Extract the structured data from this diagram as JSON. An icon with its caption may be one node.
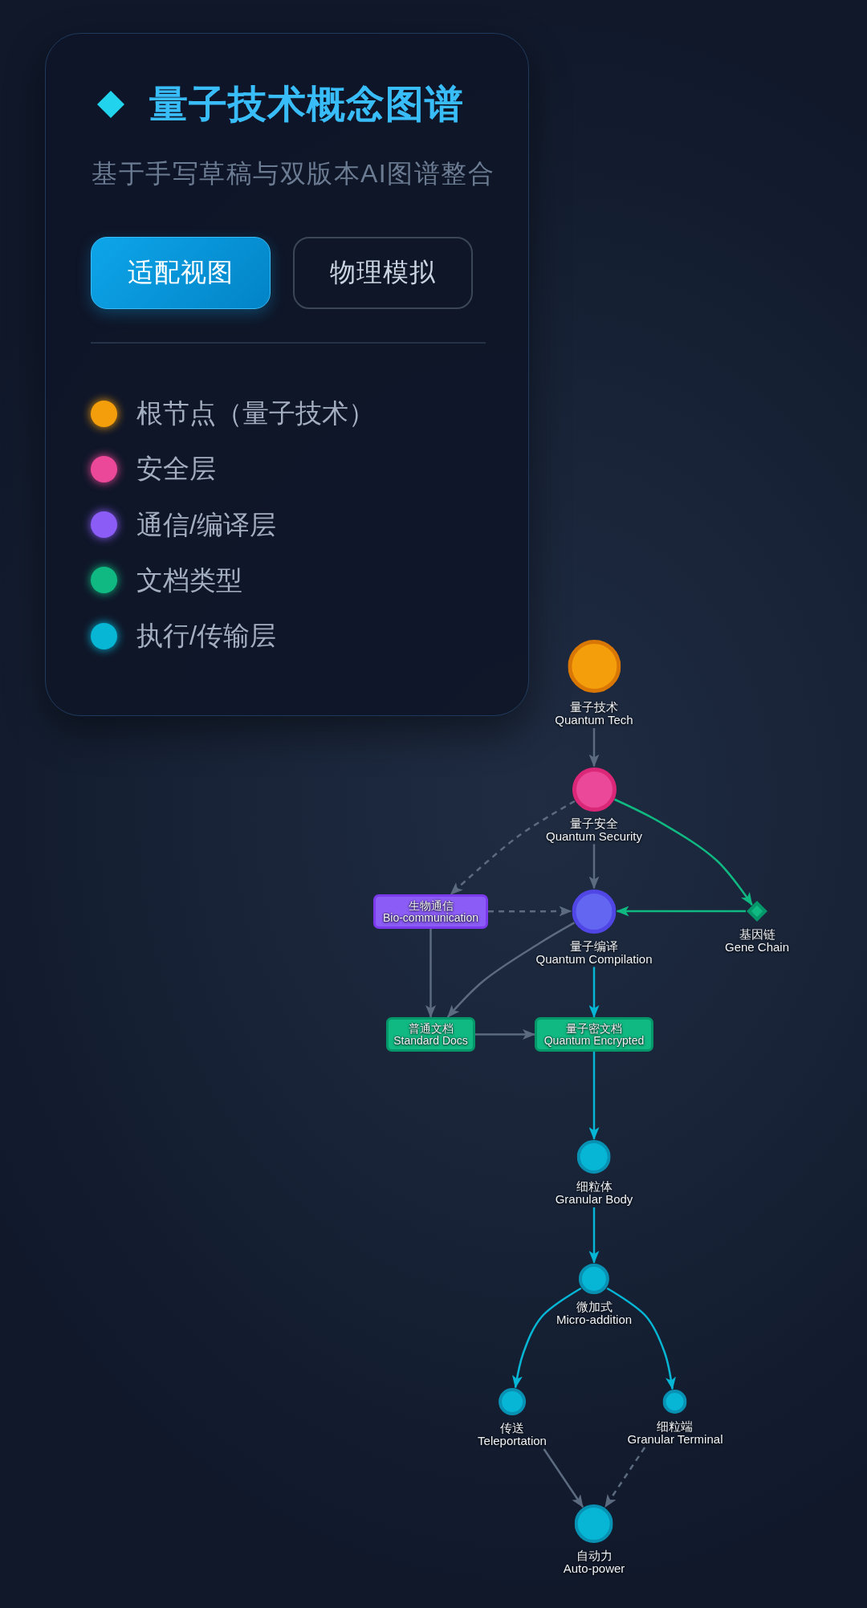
{
  "diagram": {
    "title": "量子技术概念图谱",
    "nodes": [
      {
        "text": [
          "量子技术",
          "Quantum Tech"
        ]
      },
      {
        "text": [
          "量子安全",
          "Quantum Security"
        ]
      },
      {
        "text": [
          "生物通信",
          "Bio-communication"
        ]
      },
      {
        "text": [
          "量子编译",
          "Quantum Compilation"
        ]
      },
      {
        "text": [
          "基因链",
          "Gene Chain"
        ]
      },
      {
        "text": [
          "普通文档",
          "Standard Docs"
        ]
      },
      {
        "text": [
          "量子密文档",
          "Quantum Encrypted"
        ]
      },
      {
        "text": [
          "细粒体",
          "Granular Body"
        ]
      },
      {
        "text": [
          "微加式",
          "Micro-addition"
        ]
      },
      {
        "text": [
          "传送",
          "Teleportation"
        ]
      },
      {
        "text": [
          "细粒端",
          "Granular Terminal"
        ]
      },
      {
        "text": [
          "自动力",
          "Auto-power"
        ]
      }
    ],
    "edges": [
      {
        "from": 0,
        "to": 1,
        "arrow": "to"
      },
      {
        "from": 1,
        "to": 2,
        "arrow": "to",
        "style": "dashed"
      },
      {
        "from": 1,
        "to": 3,
        "arrow": "to"
      },
      {
        "from": 1,
        "to": 4,
        "arrow": "to",
        "color": "#10b981"
      },
      {
        "from": 2,
        "to": 3,
        "arrow": "to",
        "style": "dashed"
      },
      {
        "from": 4,
        "to": 3,
        "arrow": "to",
        "color": "#10b981"
      },
      {
        "from": 2,
        "to": 5,
        "arrow": "to"
      },
      {
        "from": 3,
        "to": 5,
        "arrow": "to"
      },
      {
        "from": 3,
        "to": 6,
        "arrow": "to",
        "color": "#06b6d4"
      },
      {
        "from": 6,
        "to": 7,
        "arrow": "to",
        "color": "#06b6d4"
      },
      {
        "from": 5,
        "to": 6,
        "arrow": "to"
      },
      {
        "from": 7,
        "to": 8,
        "arrow": "to",
        "color": "#06b6d4"
      },
      {
        "from": 8,
        "to": 9,
        "arrow": "to",
        "color": "#06b6d4"
      },
      {
        "from": 8,
        "to": 10,
        "arrow": "to",
        "color": "#06b6d4"
      },
      {
        "from": 9,
        "to": 11,
        "arrow": "to"
      },
      {
        "from": 10,
        "to": 11,
        "arrow": "to",
        "style": "dashed"
      }
    ],
    "labels": [
      "基于手写草稿与双版本AI图谱整合",
      "适配视图",
      "物理模拟"
    ],
    "legend": [
      {
        "text": "根节点（量子技术）",
        "color": "#f59e0b"
      },
      {
        "text": "安全层",
        "color": "#ec4899"
      },
      {
        "text": "通信/编译层",
        "color": "#8b5cf6"
      },
      {
        "text": "文档类型",
        "color": "#10b981"
      },
      {
        "text": "执行/传输层",
        "color": "#06b6d4"
      }
    ]
  }
}
